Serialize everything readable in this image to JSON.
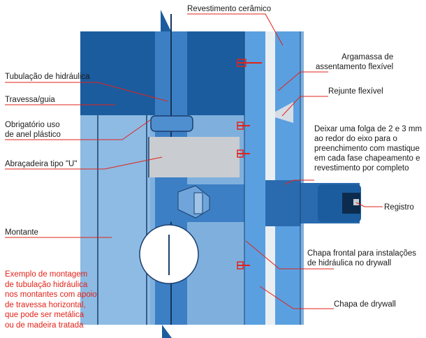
{
  "labels": {
    "revestimento": "Revestimento cerâmico",
    "tubulacao": "Tubulação de hidráulica",
    "travessa": "Travessa/guia",
    "anel": "Obrigatório uso\nde anel plástico",
    "abracadeira": "Abraçadeira tipo \"U\"",
    "montante": "Montante",
    "argamassa": "Argamassa de\nassentamento flexível",
    "rejunte": "Rejunte flexível",
    "folga": "Deixar uma folga de 2 e 3 mm\nao redor do eixo para o\npreenchimento com mastique\nem cada fase chapeamento e\nrevestimento por completo",
    "registro": "Registro",
    "chapa_frontal": "Chapa frontal para instalações\nde hidráulica no drywall",
    "chapa_drywall": "Chapa de drywall"
  },
  "note": "Exemplo de montagem\nde tubulação hidráulica\nnos montantes com apoio\nde travessa horizontal,\nque pode ser metálica\nou de madeira tratada",
  "colors": {
    "leader": "#e2231a",
    "dark_blue": "#1b5c9e",
    "mid_blue": "#3c7fc4",
    "light_blue": "#7fb0dd",
    "pale_blue": "#a9cbe9",
    "tile_blue": "#5aa0e0",
    "gray": "#c9cdd2"
  }
}
